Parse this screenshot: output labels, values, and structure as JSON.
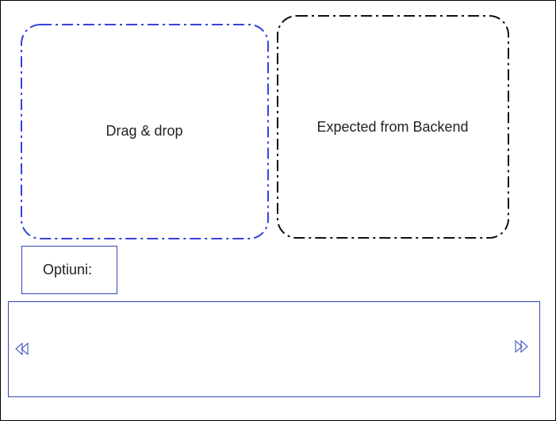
{
  "drop_zone": {
    "label": "Drag & drop",
    "border_color": "#3344dd"
  },
  "backend_zone": {
    "label": "Expected from Backend",
    "border_color": "#111111"
  },
  "options": {
    "label": "Optiuni:"
  },
  "carousel": {
    "border_color": "#3344bb",
    "prev_icon": "double-chevron-left-icon",
    "next_icon": "double-chevron-right-icon"
  },
  "colors": {
    "frame": "#000000",
    "text": "#222222"
  }
}
